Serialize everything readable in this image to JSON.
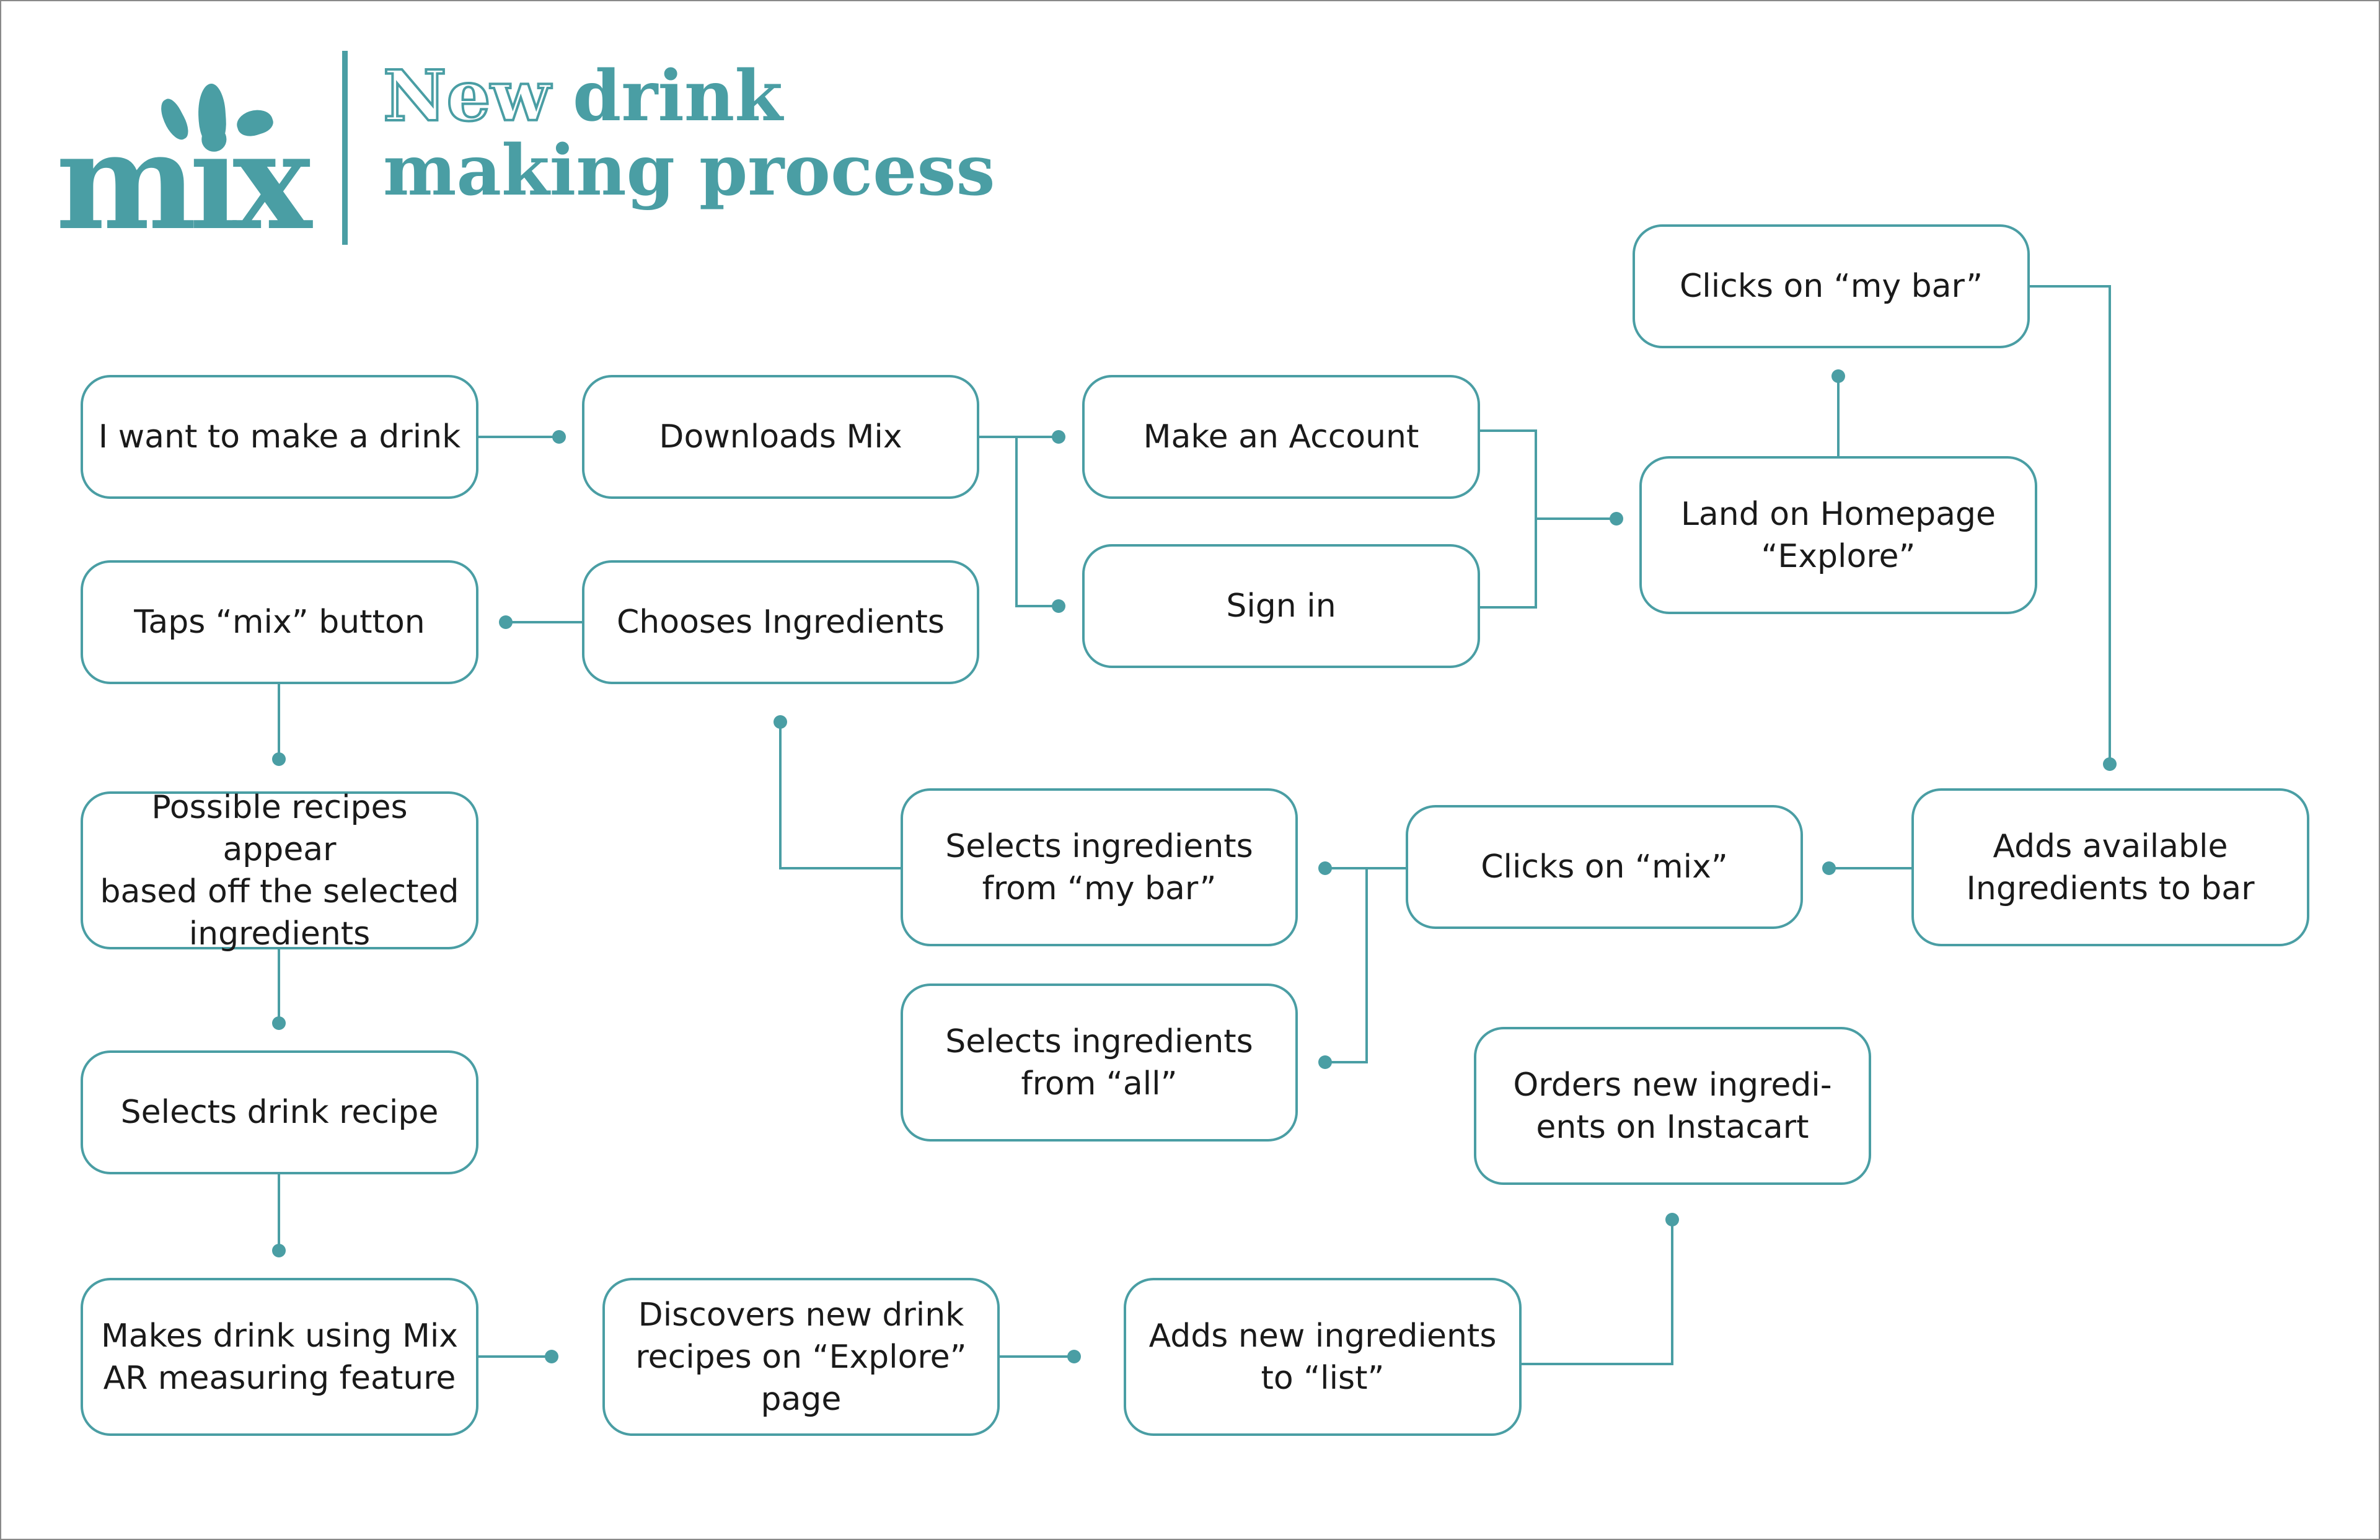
{
  "colors": {
    "accent": "#4a9ea4",
    "text": "#1a1a1a",
    "background": "#ffffff",
    "frame": "#8a8a8a"
  },
  "logo": {
    "word": "mix",
    "icon": "splash-icon"
  },
  "title": {
    "outline_word": "New",
    "line1_word": "drink",
    "line2": "making process"
  },
  "nodes": {
    "want_drink": "I want to make a drink",
    "downloads_mix": "Downloads Mix",
    "make_account": "Make an Account",
    "sign_in": "Sign in",
    "land_homepage": "Land on Homepage\n“Explore”",
    "clicks_my_bar": "Clicks on “my bar”",
    "adds_available": "Adds available\nIngredients to bar",
    "clicks_mix": "Clicks on “mix”",
    "selects_my_bar": "Selects ingredients\nfrom “my bar”",
    "selects_all": "Selects ingredients\nfrom “all”",
    "chooses_ingredients": "Chooses Ingredients",
    "taps_mix": "Taps “mix” button",
    "possible_recipes": "Possible recipes appear\nbased off the selected\ningredients",
    "selects_recipe": "Selects drink recipe",
    "makes_drink": "Makes drink using Mix\nAR measuring feature",
    "discovers_recipes": "Discovers new drink\nrecipes on “Explore”\npage",
    "adds_list": "Adds new ingredients\nto “list”",
    "orders_instacart": "Orders new ingredi-\nents on Instacart"
  },
  "edges": [
    [
      "want_drink",
      "downloads_mix"
    ],
    [
      "downloads_mix",
      "make_account"
    ],
    [
      "downloads_mix",
      "sign_in"
    ],
    [
      "make_account",
      "land_homepage"
    ],
    [
      "sign_in",
      "land_homepage"
    ],
    [
      "land_homepage",
      "clicks_my_bar"
    ],
    [
      "clicks_my_bar",
      "adds_available"
    ],
    [
      "adds_available",
      "clicks_mix"
    ],
    [
      "clicks_mix",
      "selects_my_bar"
    ],
    [
      "clicks_mix",
      "selects_all"
    ],
    [
      "selects_my_bar",
      "chooses_ingredients"
    ],
    [
      "chooses_ingredients",
      "taps_mix"
    ],
    [
      "taps_mix",
      "possible_recipes"
    ],
    [
      "possible_recipes",
      "selects_recipe"
    ],
    [
      "selects_recipe",
      "makes_drink"
    ],
    [
      "makes_drink",
      "discovers_recipes"
    ],
    [
      "discovers_recipes",
      "adds_list"
    ],
    [
      "adds_list",
      "orders_instacart"
    ]
  ]
}
